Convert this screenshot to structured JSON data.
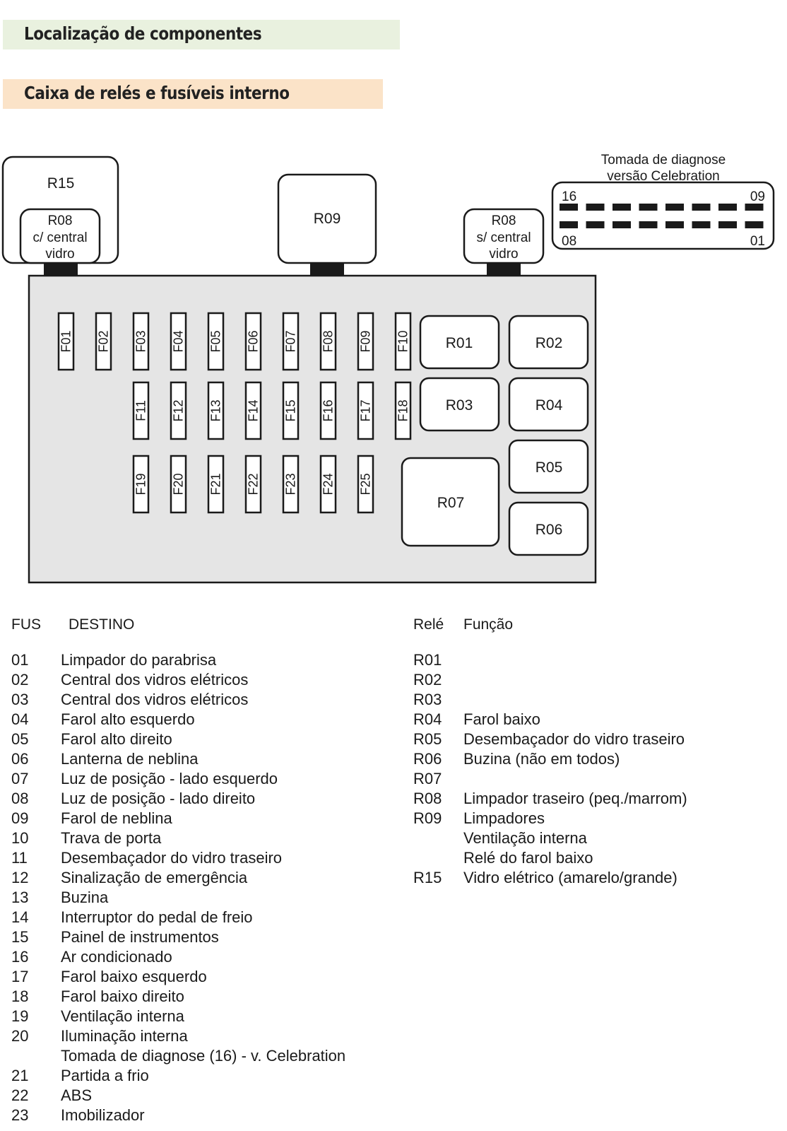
{
  "header": {
    "title": "Localização de componentes",
    "subtitle": "Caixa de relés e fusíveis interno"
  },
  "diagram": {
    "top_relays": {
      "r15": "R15",
      "r08_left": [
        "R08",
        "c/ central",
        "vidro"
      ],
      "r09": "R09",
      "r08_right": [
        "R08",
        "s/ central",
        "vidro"
      ]
    },
    "diag_connector": {
      "title_line1": "Tomada de diagnose",
      "title_line2": "versão Celebration",
      "pin_top_left": "16",
      "pin_top_right": "09",
      "pin_bottom_left": "08",
      "pin_bottom_right": "01"
    },
    "fuses_row1": [
      "F01",
      "F02",
      "F03",
      "F04",
      "F05",
      "F06",
      "F07",
      "F08",
      "F09",
      "F10"
    ],
    "fuses_row2": [
      "F11",
      "F12",
      "F13",
      "F14",
      "F15",
      "F16",
      "F17",
      "F18"
    ],
    "fuses_row3": [
      "F19",
      "F20",
      "F21",
      "F22",
      "F23",
      "F24",
      "F25"
    ],
    "relays": {
      "r01": "R01",
      "r02": "R02",
      "r03": "R03",
      "r04": "R04",
      "r05": "R05",
      "r06": "R06",
      "r07": "R07"
    },
    "colors": {
      "box_fill": "#e5e5e5",
      "stroke": "#1a1a1a",
      "connector": "#1a1a1a"
    }
  },
  "fuse_table": {
    "col1": "FUS",
    "col2": "DESTINO",
    "rows": [
      [
        "01",
        "Limpador do parabrisa"
      ],
      [
        "02",
        "Central dos vidros elétricos"
      ],
      [
        "03",
        "Central dos vidros elétricos"
      ],
      [
        "04",
        "Farol alto esquerdo"
      ],
      [
        "05",
        "Farol alto direito"
      ],
      [
        "06",
        "Lanterna de neblina"
      ],
      [
        "07",
        "Luz de posição - lado esquerdo"
      ],
      [
        "08",
        "Luz de posição - lado direito"
      ],
      [
        "09",
        "Farol de neblina"
      ],
      [
        "10",
        "Trava de porta"
      ],
      [
        "11",
        "Desembaçador do vidro traseiro"
      ],
      [
        "12",
        "Sinalização de emergência"
      ],
      [
        "13",
        "Buzina"
      ],
      [
        "14",
        "Interruptor do pedal de freio"
      ],
      [
        "15",
        "Painel de instrumentos"
      ],
      [
        "16",
        "Ar condicionado"
      ],
      [
        "17",
        "Farol baixo esquerdo"
      ],
      [
        "18",
        "Farol baixo direito"
      ],
      [
        "19",
        "Ventilação interna"
      ],
      [
        "20",
        "Iluminação interna"
      ],
      [
        "",
        "Tomada de diagnose (16) - v. Celebration"
      ],
      [
        "21",
        "Partida a frio"
      ],
      [
        "22",
        "ABS"
      ],
      [
        "23",
        "Imobilizador"
      ]
    ]
  },
  "relay_table": {
    "col1": "Relé",
    "col2": "Função",
    "rows": [
      [
        "R01",
        ""
      ],
      [
        "R02",
        ""
      ],
      [
        "R03",
        ""
      ],
      [
        "R04",
        "Farol baixo"
      ],
      [
        "R05",
        "Desembaçador do vidro traseiro"
      ],
      [
        "R06",
        "Buzina (não em todos)"
      ],
      [
        "R07",
        ""
      ],
      [
        "R08",
        "Limpador traseiro (peq./marrom)"
      ],
      [
        "R09",
        "Limpadores"
      ],
      [
        "",
        "Ventilação interna"
      ],
      [
        "",
        "Relé do farol baixo"
      ],
      [
        "R15",
        "Vidro elétrico (amarelo/grande)"
      ]
    ]
  }
}
